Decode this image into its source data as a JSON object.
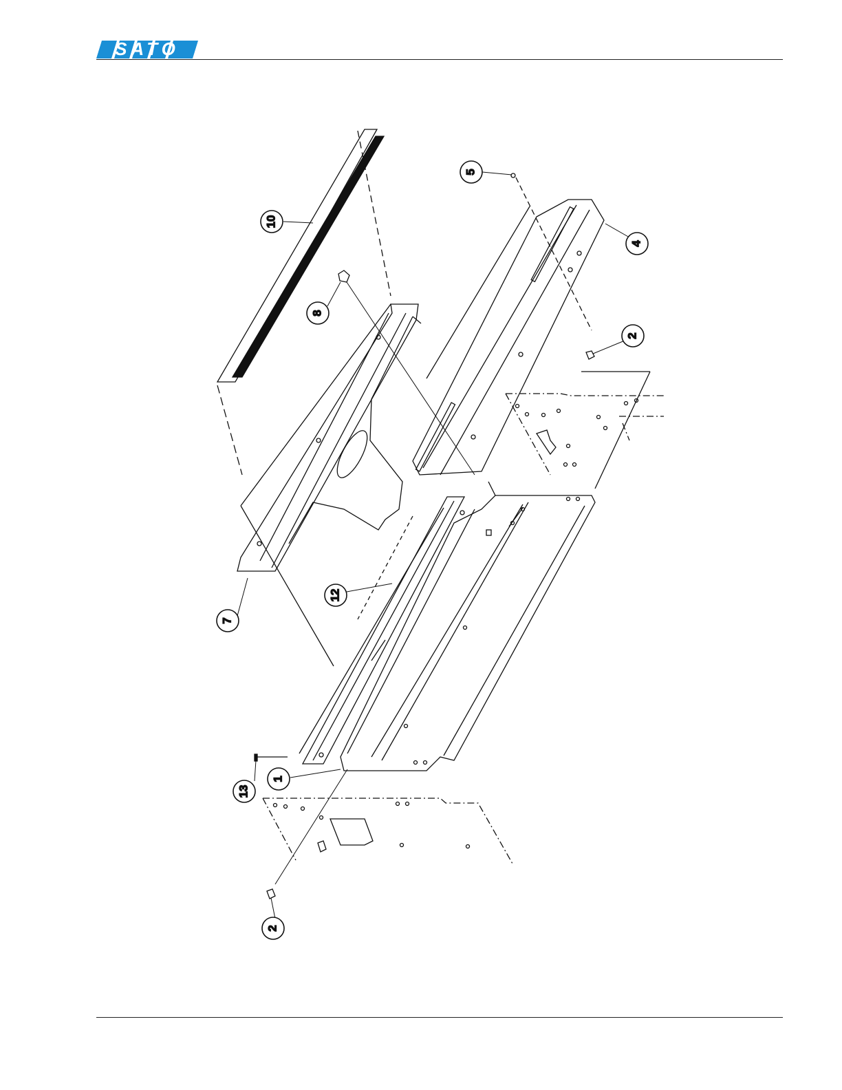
{
  "header": {
    "logo_text": "SATO",
    "logo_color": "#1a8fd6"
  },
  "figure": {
    "callouts": [
      {
        "id": "c10",
        "label": "10"
      },
      {
        "id": "c5",
        "label": "5"
      },
      {
        "id": "c4",
        "label": "4"
      },
      {
        "id": "c8",
        "label": "8"
      },
      {
        "id": "c2a",
        "label": "2"
      },
      {
        "id": "c7",
        "label": "7"
      },
      {
        "id": "c12",
        "label": "12"
      },
      {
        "id": "c1",
        "label": "1"
      },
      {
        "id": "c13",
        "label": "13"
      },
      {
        "id": "c2b",
        "label": "2"
      }
    ]
  }
}
